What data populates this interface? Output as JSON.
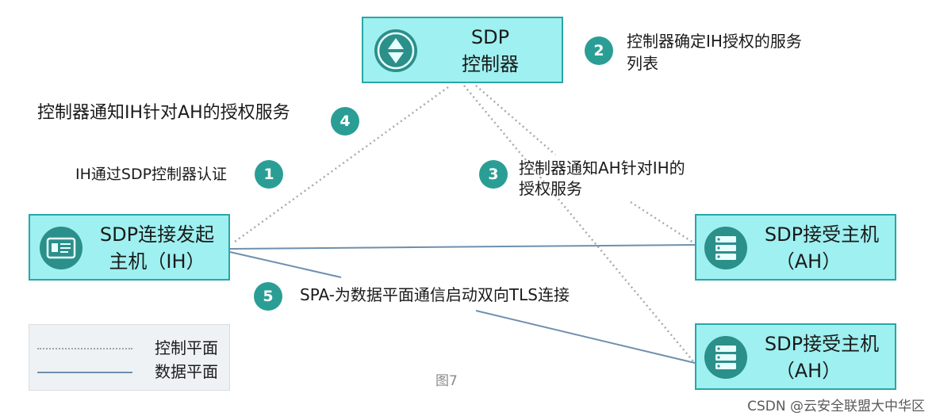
{
  "nodes": {
    "controller": {
      "line1": "SDP",
      "line2": "控制器"
    },
    "ih": {
      "line1": "SDP连接发起",
      "line2": "主机（IH）"
    },
    "ah1": {
      "line1": "SDP接受主机",
      "line2": "（AH）"
    },
    "ah2": {
      "line1": "SDP接受主机",
      "line2": "（AH）"
    }
  },
  "steps": [
    {
      "num": "1",
      "text": "IH通过SDP控制器认证"
    },
    {
      "num": "2",
      "line1": "控制器确定IH授权的服务",
      "line2": "列表"
    },
    {
      "num": "3",
      "line1": "控制器通知AH针对IH的",
      "line2": "授权服务"
    },
    {
      "num": "4",
      "text": "控制器通知IH针对AH的授权服务"
    },
    {
      "num": "5",
      "text": "SPA-为数据平面通信启动双向TLS连接"
    }
  ],
  "legend": {
    "control_plane": "控制平面",
    "data_plane": "数据平面"
  },
  "figure_label": "图7",
  "watermark": "CSDN @云安全联盟大中华区",
  "colors": {
    "node_fill": "#9ff0f0",
    "node_border": "#2aa6a6",
    "icon": "#2b8f8a",
    "badge": "#2a9e95",
    "data_line": "#6f8fad",
    "control_line": "#9aa4ab"
  }
}
